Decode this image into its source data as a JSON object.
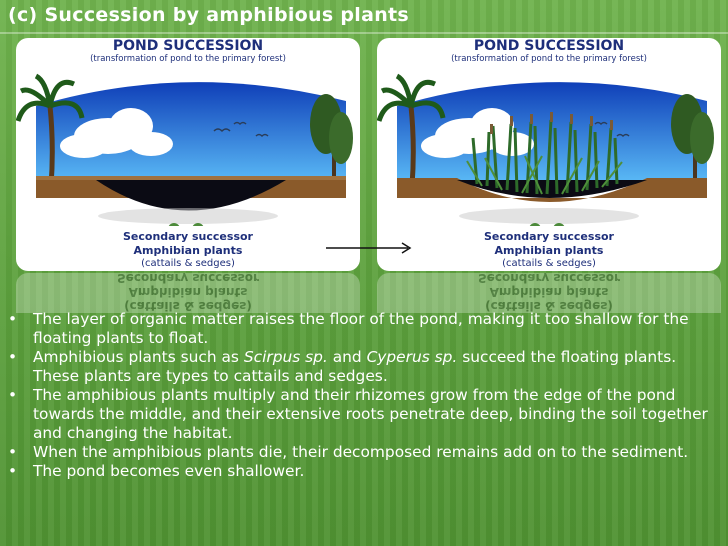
{
  "slide": {
    "title": "(c) Succession by amphibious plants"
  },
  "panels": [
    {
      "heading": "POND SUCCESSION",
      "subheading": "(transformation of pond to the primary forest)",
      "caption_stage": "Secondary successor",
      "caption_plant": "Amphibian plants",
      "caption_examples": "(cattails & sedges)"
    },
    {
      "heading": "POND SUCCESSION",
      "subheading": "(transformation of pond to the primary forest)",
      "caption_stage": "Secondary successor",
      "caption_plant": "Amphibian plants",
      "caption_examples": "(cattails & sedges)"
    }
  ],
  "bullets": [
    {
      "text": "The layer of organic matter raises the floor of the pond, making it too shallow for the floating plants to float."
    },
    {
      "pre": "Amphibious plants such as ",
      "em1": "Scirpus sp.",
      "mid": " and ",
      "em2": "Cyperus sp.",
      "post": " succeed the floating plants. These plants are types to cattails and sedges."
    },
    {
      "text": "The amphibious plants multiply and their rhizomes grow from the edge of the pond towards the middle, and their extensive roots penetrate deep, binding the soil together and changing the habitat."
    },
    {
      "text": "When the amphibious plants die, their decomposed remains add on to the sediment."
    },
    {
      "text": "The pond becomes even shallower."
    }
  ],
  "colors": {
    "background": "#5fa33f",
    "panel_text": "#1e2f7a",
    "sky": "#2f7fe0",
    "water": "#0b0b14",
    "soil": "#8a5a2a"
  }
}
